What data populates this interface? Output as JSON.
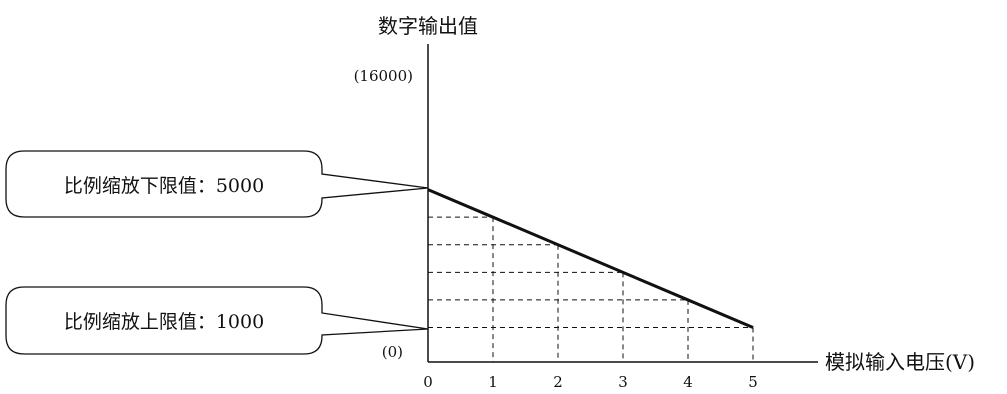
{
  "chart_data": {
    "type": "line",
    "ylabel": "数字输出值",
    "xlabel": "模拟输入电压(V)",
    "y_top_label": "(16000)",
    "y_origin_label": "(0)",
    "x_ticks": [
      "0",
      "1",
      "2",
      "3",
      "4",
      "5"
    ],
    "x": [
      0,
      1,
      2,
      3,
      4,
      5
    ],
    "y": [
      5000,
      4200,
      3400,
      2600,
      1800,
      1000
    ],
    "xlim": [
      0,
      5
    ],
    "ylim": [
      0,
      16000
    ],
    "grid": "dashed guides from points to axes",
    "callouts": [
      {
        "text": "比例缩放下限值：5000",
        "target_value": 5000
      },
      {
        "text": "比例缩放上限值：1000",
        "target_value": 1000
      }
    ]
  }
}
